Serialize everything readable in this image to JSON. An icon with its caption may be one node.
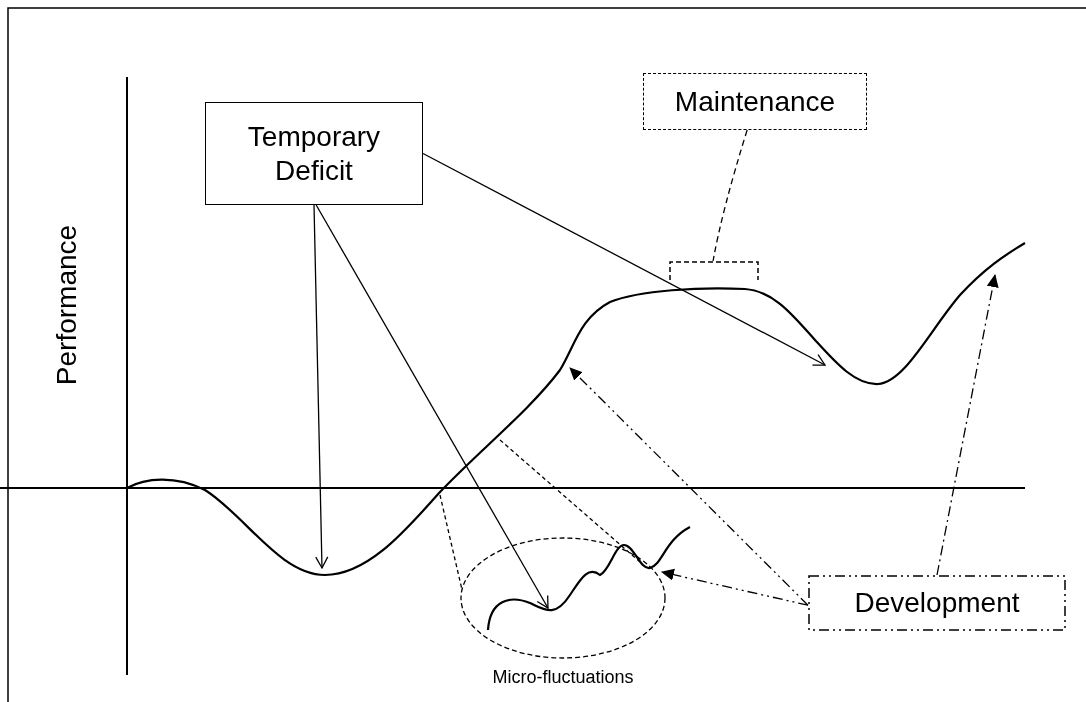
{
  "diagram": {
    "nodes": [
      {
        "text": [
          "Temporary Deficit"
        ]
      },
      {
        "text": [
          "Maintenance"
        ]
      },
      {
        "text": [],
        "shape": "bracket"
      },
      {
        "text": [],
        "shape": "ellipse",
        "beside": [
          "Micro-fluctuations"
        ]
      },
      {
        "text": [
          "Development"
        ]
      }
    ],
    "edges": [
      {
        "from": 0,
        "to": null,
        "arrow": "to"
      },
      {
        "from": 0,
        "to": 3,
        "arrow": "to"
      },
      {
        "from": 0,
        "to": null,
        "arrow": "to"
      },
      {
        "from": 1,
        "to": 2,
        "arrow": "none",
        "style": "dashed"
      },
      {
        "from": null,
        "to": 3,
        "arrow": "none",
        "style": "dashed"
      },
      {
        "from": null,
        "to": 3,
        "arrow": "none",
        "style": "dashed"
      },
      {
        "from": 4,
        "to": null,
        "arrow": "to",
        "style": "dashed"
      },
      {
        "from": 4,
        "to": 3,
        "arrow": "to",
        "style": "dashed"
      },
      {
        "from": 4,
        "to": null,
        "arrow": "to",
        "style": "dashed"
      }
    ],
    "labels": [
      "Performance"
    ]
  }
}
